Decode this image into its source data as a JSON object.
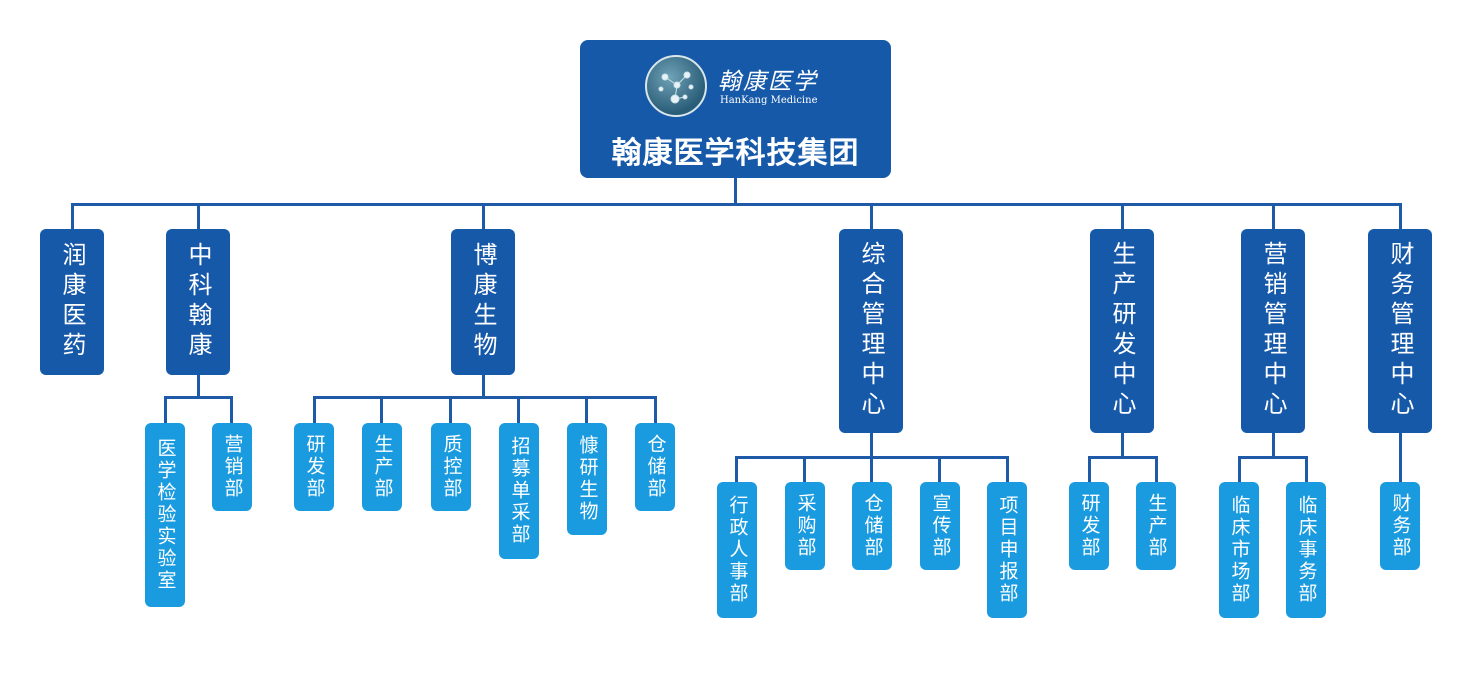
{
  "root": {
    "logo_cn": "翰康医学",
    "logo_en": "HanKang Medicine",
    "title": "翰康医学科技集团"
  },
  "units": [
    {
      "name": "润康医药",
      "departments": []
    },
    {
      "name": "中科翰康",
      "departments": [
        "医学检验实验室",
        "营销部"
      ]
    },
    {
      "name": "博康生物",
      "departments": [
        "研发部",
        "生产部",
        "质控部",
        "招募单采部",
        "慷研生物",
        "仓储部"
      ]
    },
    {
      "name": "综合管理中心",
      "departments": [
        "行政人事部",
        "采购部",
        "仓储部",
        "宣传部",
        "项目申报部"
      ]
    },
    {
      "name": "生产研发中心",
      "departments": [
        "研发部",
        "生产部"
      ]
    },
    {
      "name": "营销管理中心",
      "departments": [
        "临床市场部",
        "临床事务部"
      ]
    },
    {
      "name": "财务管理中心",
      "departments": [
        "财务部"
      ]
    }
  ],
  "colors": {
    "level1": "#1759a9",
    "level2": "#1a9be0",
    "connector": "#1f5aa8"
  }
}
